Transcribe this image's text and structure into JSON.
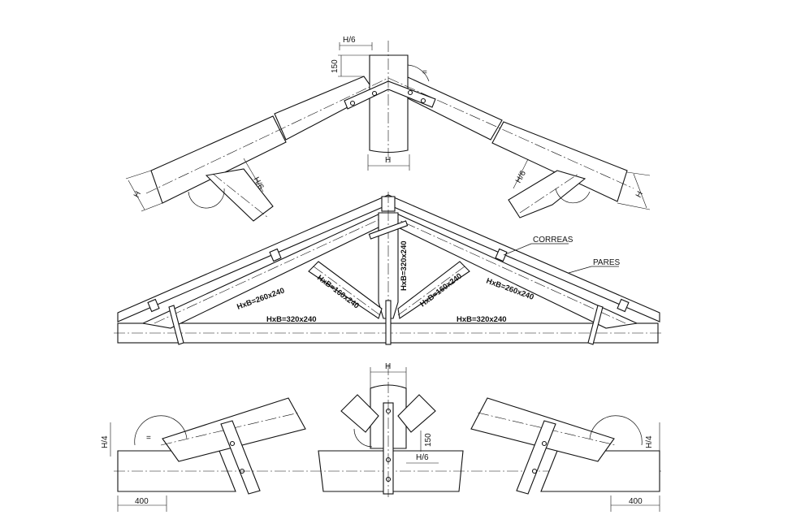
{
  "labels": {
    "h6_top": "H/6",
    "d150_top": "150",
    "h_top": "H",
    "h_left": "H",
    "h6_left": "H/6",
    "h6_right": "H/6",
    "h_right": "H",
    "correas": "CORREAS",
    "pares": "PARES",
    "king_post": "HxB=320x240",
    "rafter_left": "HxB=260x240",
    "strut_left": "HxB=160x240",
    "strut_right": "HxB=160x240",
    "rafter_right": "HxB=260x240",
    "tie_left": "HxB=320x240",
    "tie_right": "HxB=320x240",
    "h_bottom": "H",
    "h4_left": "H/4",
    "d150_bottom": "150",
    "h6_bottom": "H/6",
    "h4_right": "H/4",
    "d400_left": "400",
    "d400_right": "400",
    "eq1": "=",
    "eq2": "="
  }
}
